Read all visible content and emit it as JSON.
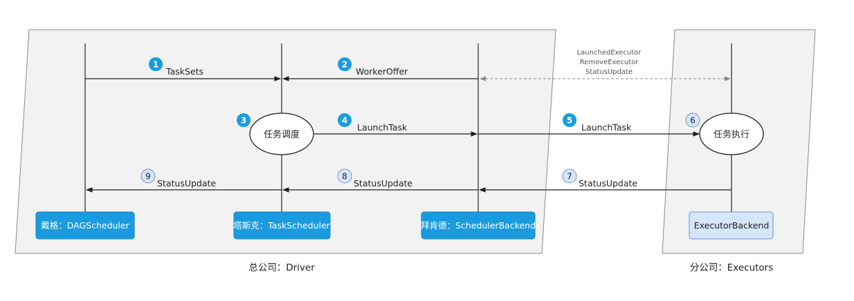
{
  "regions": {
    "driver_caption": "总公司：Driver",
    "executors_caption": "分公司：Executors"
  },
  "components": {
    "dag": "戴格：DAGScheduler",
    "task": "塔斯克：TaskScheduler",
    "backend": "拜肯德：SchedulerBackend",
    "executor_backend": "ExecutorBackend"
  },
  "nodes": {
    "schedule": "任务调度",
    "execute": "任务执行"
  },
  "steps": [
    {
      "num": "1",
      "label": "TaskSets"
    },
    {
      "num": "2",
      "label": "WorkerOffer"
    },
    {
      "num": "3",
      "label": ""
    },
    {
      "num": "4",
      "label": "LaunchTask"
    },
    {
      "num": "5",
      "label": "LaunchTask"
    },
    {
      "num": "6",
      "label": ""
    },
    {
      "num": "7",
      "label": "StatusUpdate"
    },
    {
      "num": "8",
      "label": "StatusUpdate"
    },
    {
      "num": "9",
      "label": "StatusUpdate"
    }
  ],
  "dashed_link": {
    "lines": [
      "LaunchedExecutor",
      "RemoveExecutor",
      "StatusUpdate"
    ]
  },
  "colors": {
    "blue": "#1a9be0",
    "panel": "#f2f2f2",
    "light_box": "#d6e6fb"
  }
}
